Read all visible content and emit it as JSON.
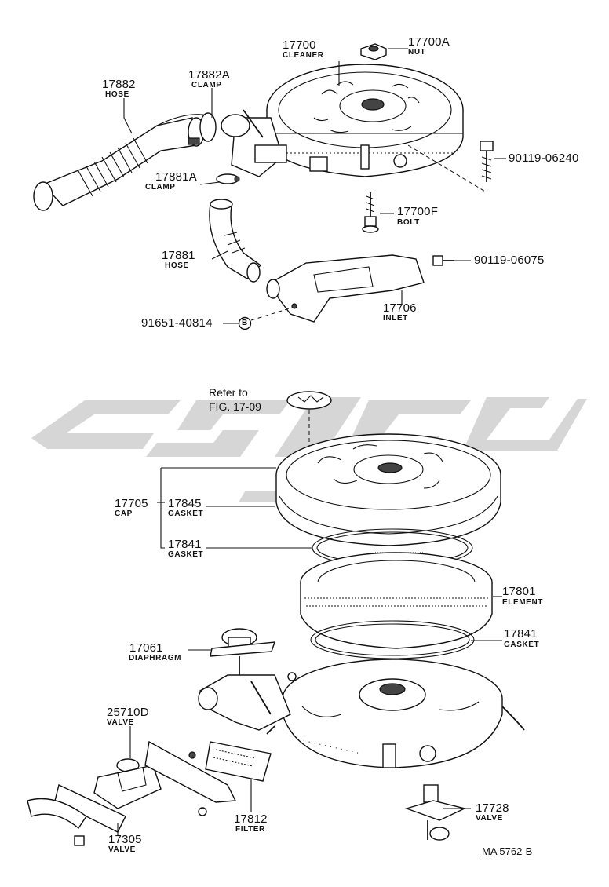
{
  "labels": {
    "p17700": {
      "num": "17700",
      "sub": "CLEANER"
    },
    "p17700A": {
      "num": "17700A",
      "sub": "NUT"
    },
    "p17882": {
      "num": "17882",
      "sub": "HOSE"
    },
    "p17882A": {
      "num": "17882A",
      "sub": "CLAMP"
    },
    "p90119_06240": {
      "num": "90119-06240"
    },
    "p17881A": {
      "num": "17881A",
      "sub": "CLAMP"
    },
    "p17700F": {
      "num": "17700F",
      "sub": "BOLT"
    },
    "p17881": {
      "num": "17881",
      "sub": "HOSE"
    },
    "p90119_06075": {
      "num": "90119-06075"
    },
    "p17706": {
      "num": "17706",
      "sub": "INLET"
    },
    "p91651_40814": {
      "num": "91651-40814"
    },
    "marker_b": "B",
    "refer_line1": "Refer to",
    "refer_line2": "FIG. 17-09",
    "p17705": {
      "num": "17705",
      "sub": "CAP"
    },
    "p17845": {
      "num": "17845",
      "sub": "GASKET"
    },
    "p17841_top": {
      "num": "17841",
      "sub": "GASKET"
    },
    "p17801": {
      "num": "17801",
      "sub": "ELEMENT"
    },
    "p17841_bottom": {
      "num": "17841",
      "sub": "GASKET"
    },
    "p17061": {
      "num": "17061",
      "sub": "DIAPHRAGM"
    },
    "p25710D": {
      "num": "25710D",
      "sub": "VALVE"
    },
    "p17812": {
      "num": "17812",
      "sub": "FILTER"
    },
    "p17728": {
      "num": "17728",
      "sub": "VALVE"
    },
    "p17305": {
      "num": "17305",
      "sub": "VALVE"
    },
    "figure_code": "MA 5762-B"
  },
  "colors": {
    "line": "#111111",
    "watermark": "#d6d6d6",
    "background": "#ffffff"
  },
  "icons": {
    "marker": "circled-letter",
    "watermark": "logo-watermark"
  }
}
